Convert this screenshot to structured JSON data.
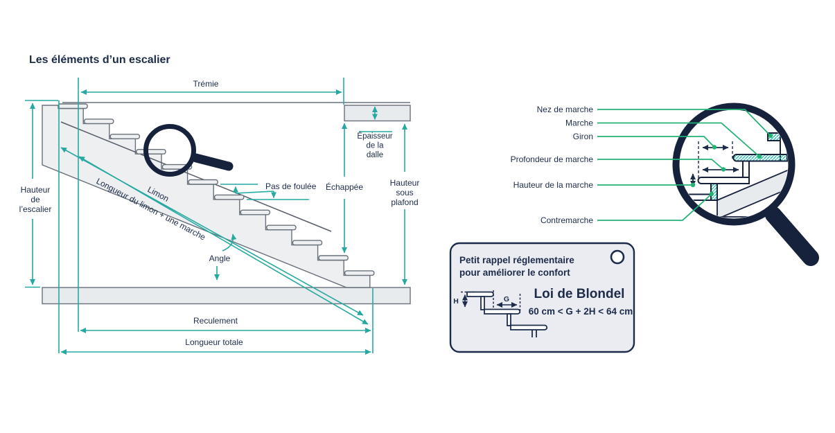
{
  "title": "Les éléments d’un escalier",
  "colors": {
    "navy": "#1c2b4a",
    "ink": "#16213c",
    "teal": "#26a9a0",
    "green": "#22b274",
    "hatch_teal": "#2fc0b2",
    "outline_gray": "#68707b",
    "stair_fill": "#edeff1",
    "slab_fill": "#e8ebee",
    "card_fill": "#ebecf1"
  },
  "left_diagram": {
    "tremie": "Trémie",
    "epaisseur_1": "Épaisseur",
    "epaisseur_2": "de la",
    "epaisseur_3": "dalle",
    "pas_de_foulee": "Pas de foulée",
    "echappee": "Échappée",
    "hsp_1": "Hauteur",
    "hsp_2": "sous",
    "hsp_3": "plafond",
    "hesc_1": "Hauteur",
    "hesc_2": "de",
    "hesc_3": "l’escalier",
    "limon": "Limon",
    "longueur_limon": "Longueur du limon + une marche",
    "angle": "Angle",
    "reculement": "Reculement",
    "longueur_totale": "Longueur totale"
  },
  "zoom_detail": {
    "nez_de_marche": "Nez de marche",
    "marche": "Marche",
    "giron": "Giron",
    "profondeur": "Profondeur de marche",
    "hauteur_marche": "Hauteur de la marche",
    "contremarche": "Contremarche"
  },
  "card": {
    "title_line1": "Petit rappel réglementaire",
    "title_line2": "pour améliorer le confort",
    "law_title": "Loi de Blondel",
    "law_formula": "60 cm < G + 2H < 64 cm",
    "h_label": "H",
    "g_label": "G"
  }
}
